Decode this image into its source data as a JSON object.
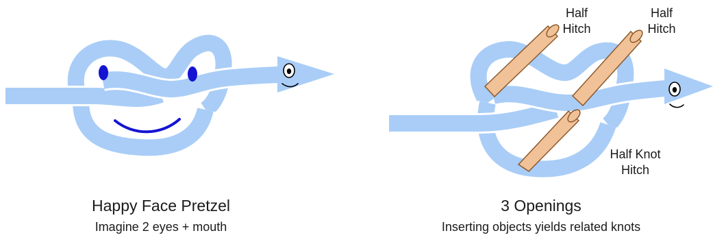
{
  "colors": {
    "rope": "#a9cdf7",
    "rope_outline": "#ffffff",
    "face_feature": "#1414d2",
    "dowel": "#f1c197",
    "dowel_outline": "#8c5a2c",
    "ink": "#000000"
  },
  "left_panel": {
    "title": "Happy Face Pretzel",
    "subtitle": "Imagine 2 eyes + mouth"
  },
  "right_panel": {
    "title": "3 Openings",
    "subtitle": "Inserting objects yields related knots",
    "labels": {
      "hitch_1": [
        "Half",
        "Hitch"
      ],
      "hitch_2": [
        "Half",
        "Hitch"
      ],
      "knot_hitch": [
        "Half Knot",
        "Hitch"
      ]
    }
  }
}
